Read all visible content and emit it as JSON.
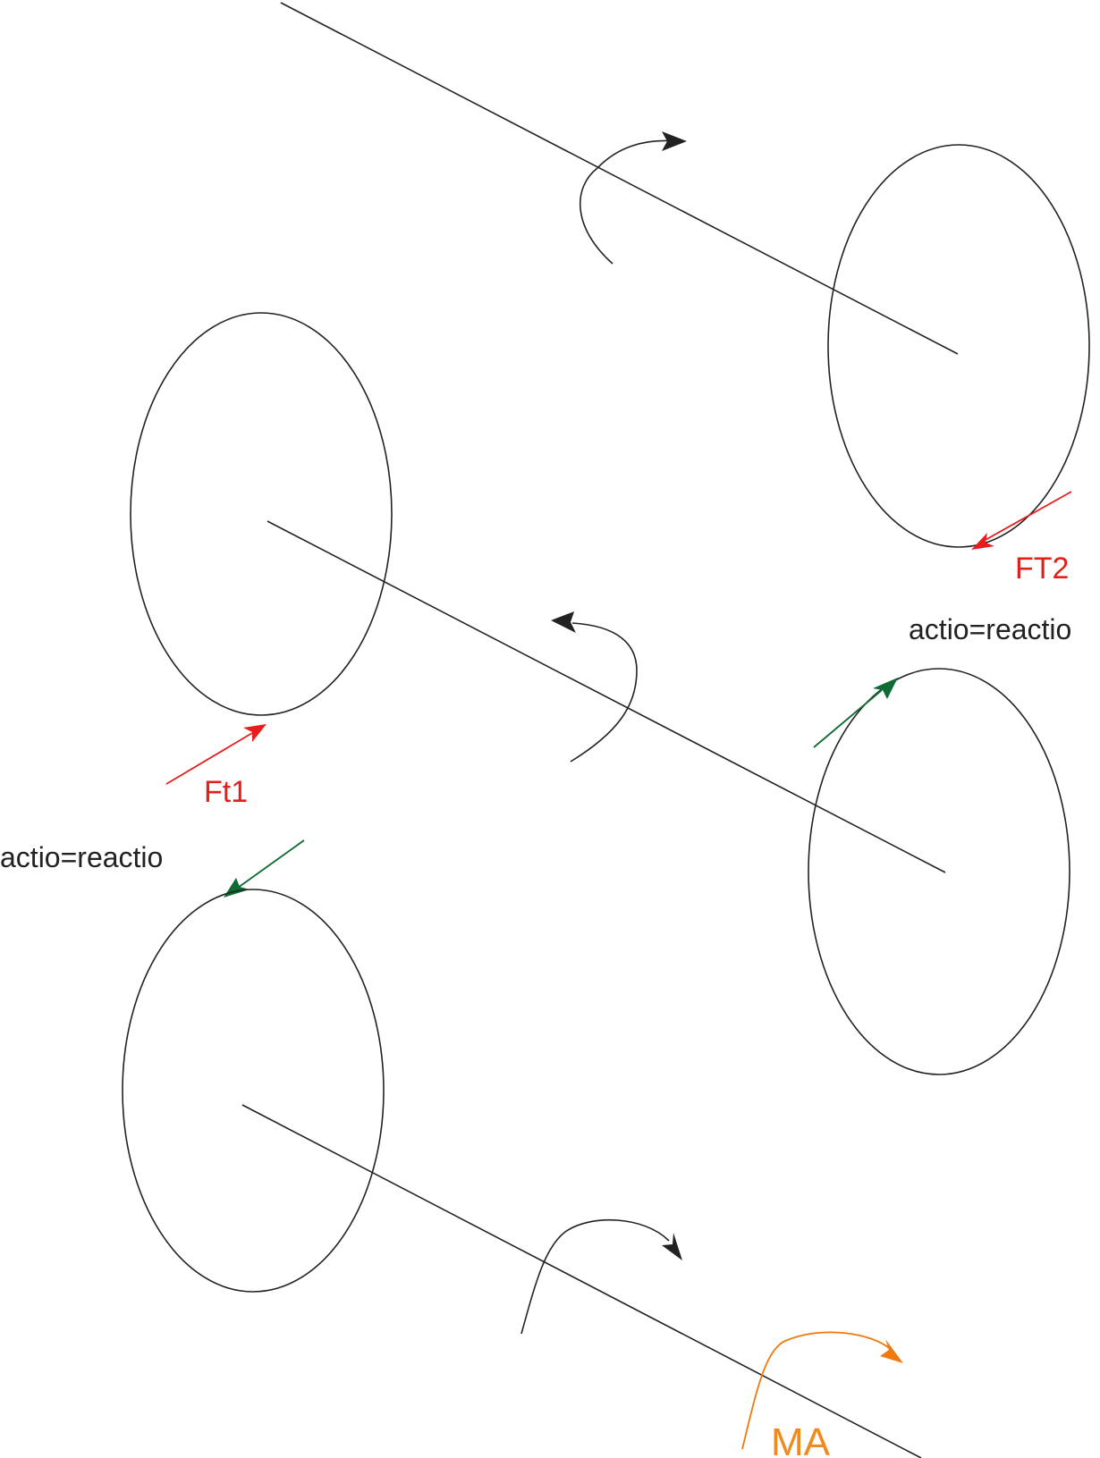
{
  "labels": {
    "ft2": "FT2",
    "actio_right": "actio=reactio",
    "ft1": "Ft1",
    "actio_left": "actio=reactio",
    "ma": "MA"
  },
  "colors": {
    "line": "#222222",
    "force_red": "#e81c1c",
    "force_green": "#0d6b33",
    "moment_orange": "#f07a10",
    "label_red": "#e0201b",
    "label_orange": "#f08a1e",
    "label_dark": "#222222"
  }
}
